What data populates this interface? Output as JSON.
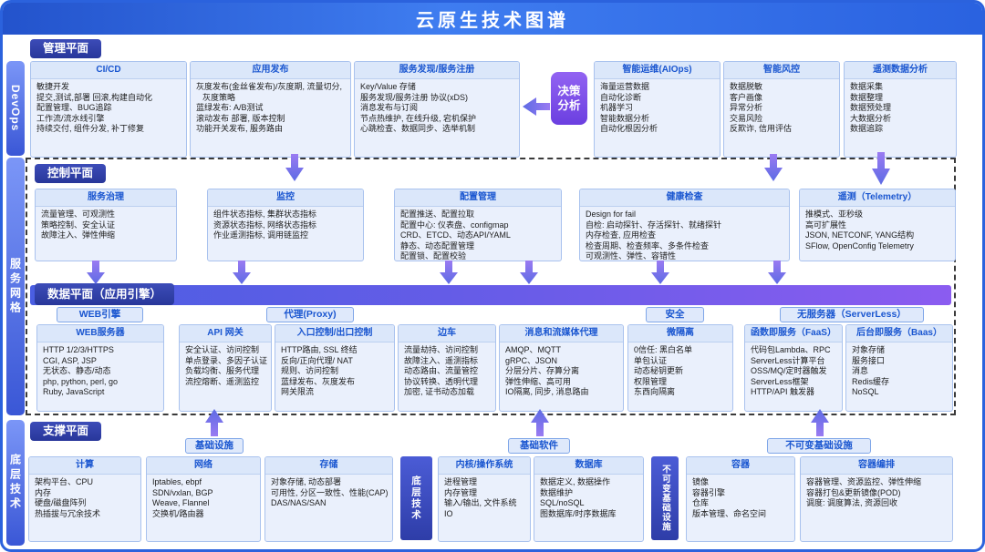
{
  "header": {
    "title": "云原生技术图谱"
  },
  "management": {
    "badge": "管理平面",
    "side_label": "DevOps",
    "decision_badge": "决策分析",
    "cards": [
      {
        "title": "CI/CD",
        "items": [
          "敏捷开发",
          "提交,测试,部署 回滚,构建自动化",
          "配置管理、BUG追踪",
          "工作流/流水线引擎",
          "持续交付, 组件分发, 补丁修复"
        ]
      },
      {
        "title": "应用发布",
        "items": [
          "灰度发布(金丝雀发布)/灰度期, 流量切分, 灰度策略",
          "蓝绿发布: A/B测试",
          "滚动发布 部署, 版本控制",
          "功能开关发布, 服务路由"
        ]
      },
      {
        "title": "服务发现/服务注册",
        "items": [
          "Key/Value 存储",
          "服务发现/服务注册 协议(xDS)",
          "消息发布与订阅",
          "节点热维护, 在线升级, 宕机保护",
          "心跳检查、数据同步、选举机制"
        ]
      },
      {
        "title": "智能运维(AIOps)",
        "items": [
          "海量运营数据",
          "自动化诊断",
          "机器学习",
          "智能数据分析",
          "自动化根因分析"
        ]
      },
      {
        "title": "智能风控",
        "items": [
          "数据脱敏",
          "客户画像",
          "异常分析",
          "交易风险",
          "反欺诈, 信用评估"
        ]
      },
      {
        "title": "遥测数据分析",
        "items": [
          "数据采集",
          "数据整理",
          "数据预处理",
          "大数据分析",
          "数据追踪"
        ]
      }
    ]
  },
  "control": {
    "badge": "控制平面",
    "side_label": "服务网格",
    "cards": [
      {
        "title": "服务治理",
        "items": [
          "流量管理、可观测性",
          "策略控制、安全认证",
          "故障注入、弹性伸缩"
        ]
      },
      {
        "title": "监控",
        "items": [
          "组件状态指标, 集群状态指标",
          "资源状态指标, 网络状态指标",
          "作业遥测指标, 调用链监控"
        ]
      },
      {
        "title": "配置管理",
        "items": [
          "配置推送、配置拉取",
          "配置中心: 仪表盘、configmap",
          "CRD、ETCD、动态API/YAML",
          "静态、动态配置管理",
          "配置锁、配置校验"
        ]
      },
      {
        "title": "健康检查",
        "items": [
          "Design for fail",
          "自检: 启动探针、存活探针、就绪探针",
          "内存检查, 应用检查",
          "检查周期、检查频率、多条件检查",
          "可观测性、弹性、容错性"
        ]
      },
      {
        "title": "遥测（Telemetry）",
        "items": [
          "推模式、亚秒级",
          "高可扩展性",
          "JSON, NETCONF, YANG结构",
          "SFlow, OpenConfig Telemetry"
        ]
      }
    ]
  },
  "data_plane": {
    "badge": "数据平面（应用引擎）",
    "group_badges": [
      "WEB引擎",
      "代理(Proxy)",
      "安全",
      "无服务器（ServerLess）"
    ],
    "cards": [
      {
        "title": "WEB服务器",
        "items": [
          "HTTP 1/2/3/HTTPS",
          "CGI, ASP, JSP",
          "无状态、静态/动态",
          "php, python, perl, go",
          "Ruby, JavaScript"
        ]
      },
      {
        "title": "API 网关",
        "items": [
          "安全认证、访问控制",
          "单点登录、多因子认证",
          "负载均衡、服务代理",
          "流控熔断、遥测监控"
        ]
      },
      {
        "title": "入口控制/出口控制",
        "items": [
          "HTTP路由, SSL 终结",
          "反向/正向代理/ NAT",
          "规则、访问控制",
          "蓝绿发布、灰度发布",
          "网关限流"
        ]
      },
      {
        "title": "边车",
        "items": [
          "流量劫持、访问控制",
          "故障注入、遥测指标",
          "动态路由、流量管控",
          "协议转换、透明代理",
          "加密, 证书动态加载"
        ]
      },
      {
        "title": "消息和流媒体代理",
        "items": [
          "AMQP、MQTT",
          "gRPC、JSON",
          "分层分片、存算分离",
          "弹性伸缩、高可用",
          "IO隔离, 同步, 消息路由"
        ]
      },
      {
        "title": "微隔离",
        "items": [
          "0信任: 黑白名单",
          "单包认证",
          "动态秘钥更新",
          "权限管理",
          "东西向隔离"
        ]
      },
      {
        "title": "函数即服务（FaaS）",
        "items": [
          "代码包Lambda、RPC",
          "ServerLess计算平台",
          "OSS/MQ/定时器触发",
          "ServerLess框架",
          "HTTP/API 触发器"
        ]
      },
      {
        "title": "后台即服务（Baas）",
        "items": [
          "对象存储",
          "服务接口",
          "消息",
          "Redis缓存",
          "NoSQL"
        ]
      }
    ]
  },
  "support": {
    "badge": "支撑平面",
    "side_label": "底层技术",
    "pills": [
      "基础设施",
      "基础软件",
      "不可变基础设施"
    ],
    "panels": [
      "底层技术",
      "不可变基础设施"
    ],
    "cards": [
      {
        "title": "计算",
        "items": [
          "架构平台、CPU",
          "内存",
          "硬盘/磁盘阵列",
          "热插拔与冗余技术"
        ]
      },
      {
        "title": "网络",
        "items": [
          "Iptables, ebpf",
          "SDN/vxlan, BGP",
          "Weave, Flannel",
          "交换机/路由器"
        ]
      },
      {
        "title": "存储",
        "items": [
          "对象存储, 动态部署",
          "可用性, 分区一致性、性能(CAP)",
          "DAS/NAS/SAN"
        ]
      },
      {
        "title": "内核/操作系统",
        "items": [
          "进程管理",
          "内存管理",
          "输入/输出, 文件系统",
          "IO"
        ]
      },
      {
        "title": "数据库",
        "items": [
          "数据定义, 数据操作",
          "数据维护",
          "SQL/noSQL",
          "图数据库/时序数据库"
        ]
      },
      {
        "title": "容器",
        "items": [
          "镜像",
          "容器引擎",
          "仓库",
          "版本管理、命名空间"
        ]
      },
      {
        "title": "容器编排",
        "items": [
          "容器管理、资源监控、弹性伸缩",
          "容器打包&更新镜像(POD)",
          "调度: 调度算法, 资源回收"
        ]
      }
    ]
  }
}
